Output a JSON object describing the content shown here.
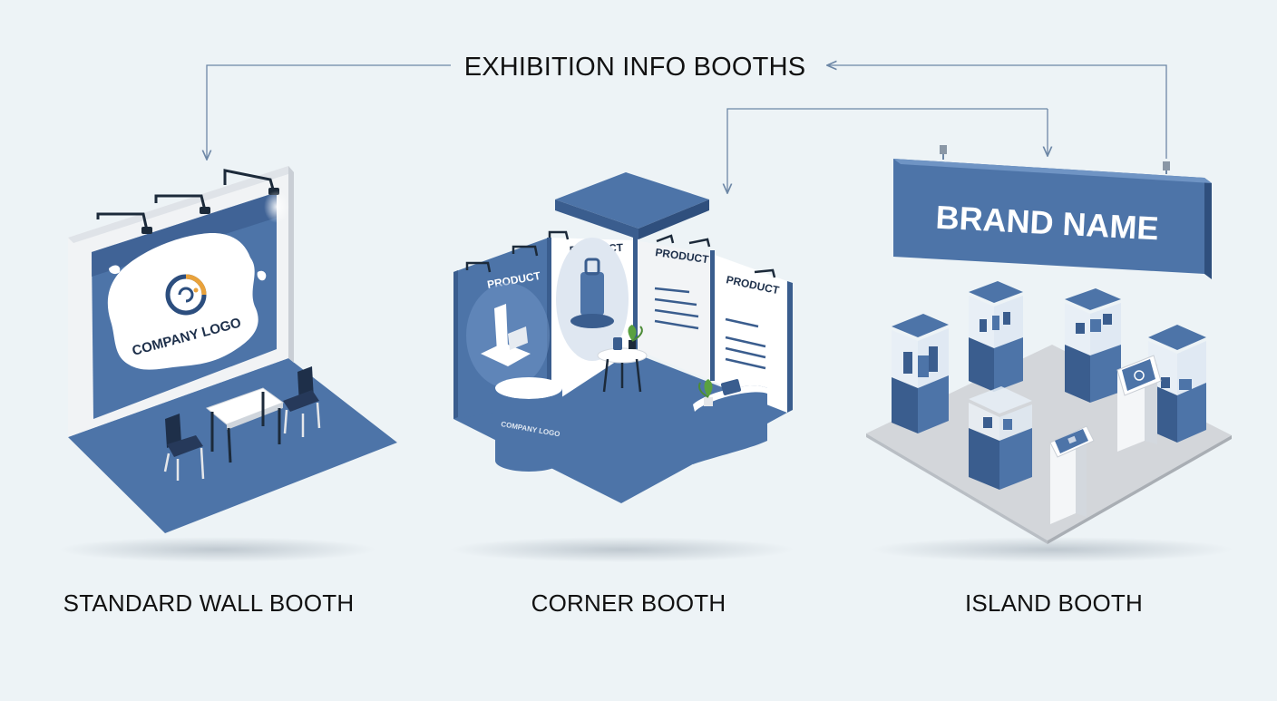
{
  "title": "EXHIBITION INFO BOOTHS",
  "booths": [
    {
      "id": "standard",
      "label": "STANDARD WALL BOOTH",
      "backdrop_text": "COMPANY LOGO"
    },
    {
      "id": "corner",
      "label": "CORNER BOOTH",
      "panel_texts": [
        "PRODUCT",
        "PRODUCT",
        "PRODUCT",
        "PRODUCT"
      ],
      "counter_text": "COMPANY LOGO"
    },
    {
      "id": "island",
      "label": "ISLAND BOOTH",
      "sign_text": "BRAND NAME"
    }
  ],
  "colors": {
    "background": "#edf3f6",
    "brand_blue": "#4d74a8",
    "dark_blue": "#3a5d8e",
    "light_blue": "#6f94c4",
    "floor_gray": "#d3d6da",
    "white": "#ffffff",
    "logo_orange": "#e9a23b",
    "text": "#111111",
    "connector": "#6d87a6"
  },
  "icons": [
    "spotlight-icon",
    "plant-icon",
    "kiosk-screen-icon",
    "company-logo-icon"
  ]
}
